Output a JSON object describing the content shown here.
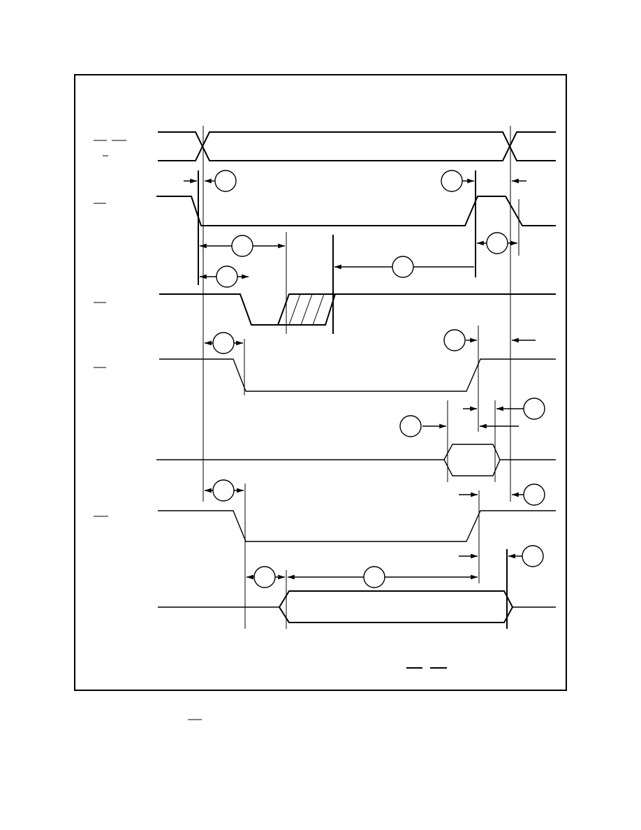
{
  "diagram": {
    "kind": "timing-diagram",
    "signal_labels": [
      {
        "id": "sig-1a",
        "text": ""
      },
      {
        "id": "sig-1b",
        "text": ""
      },
      {
        "id": "sig-2",
        "text": ""
      },
      {
        "id": "sig-3",
        "text": ""
      },
      {
        "id": "sig-4",
        "text": ""
      },
      {
        "id": "sig-5",
        "text": ""
      }
    ],
    "timing_refs": [
      {
        "id": "ref-1",
        "text": ""
      },
      {
        "id": "ref-2",
        "text": ""
      },
      {
        "id": "ref-3",
        "text": ""
      },
      {
        "id": "ref-4",
        "text": ""
      },
      {
        "id": "ref-5",
        "text": ""
      },
      {
        "id": "ref-6",
        "text": ""
      },
      {
        "id": "ref-7",
        "text": ""
      },
      {
        "id": "ref-8",
        "text": ""
      },
      {
        "id": "ref-9",
        "text": ""
      },
      {
        "id": "ref-10",
        "text": ""
      },
      {
        "id": "ref-11",
        "text": ""
      },
      {
        "id": "ref-12",
        "text": ""
      },
      {
        "id": "ref-13",
        "text": ""
      },
      {
        "id": "ref-14",
        "text": ""
      },
      {
        "id": "ref-15",
        "text": ""
      }
    ]
  }
}
